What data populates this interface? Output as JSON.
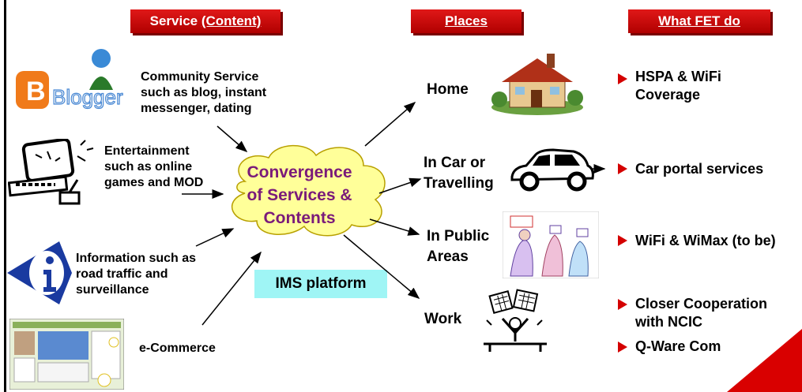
{
  "headers": {
    "service_prefix": "Service ",
    "service_underlined": "(Content)",
    "places": "Places",
    "fet": "What FET do"
  },
  "services": {
    "community": "Community Service such as blog, instant messenger, dating",
    "entertainment": "Entertainment such as online games and MOD",
    "information": "Information such as road traffic and surveillance",
    "ecommerce": "e-Commerce"
  },
  "logos": {
    "blogger": "Blogger"
  },
  "center": {
    "line1": "Convergence",
    "line2": "of Services &",
    "line3": "Contents",
    "platform": "IMS platform"
  },
  "places": {
    "home": "Home",
    "car_line1": "In Car or",
    "car_line2": "Travelling",
    "public_line1": "In Public",
    "public_line2": "Areas",
    "work": "Work"
  },
  "fet": {
    "home_line1": "HSPA & WiFi",
    "home_line2": "Coverage",
    "car": "Car portal services",
    "public": "WiFi & WiMax (to be)",
    "work1_line1": "Closer Cooperation",
    "work1_line2": "with NCIC",
    "work2": "Q-Ware Com"
  },
  "colors": {
    "header_red": "#cc0000",
    "cloud_yellow": "#ffff99",
    "center_text": "#7a1a7a",
    "ims_bg": "#9ff5f5",
    "bullet_red": "#d40000"
  }
}
